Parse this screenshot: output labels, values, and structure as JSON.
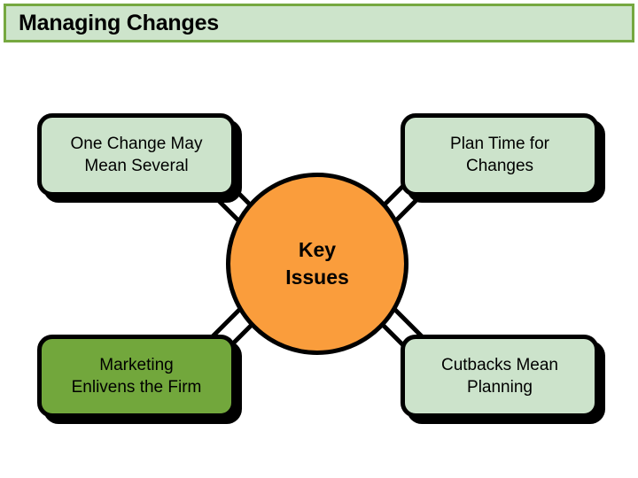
{
  "slide": {
    "title": "Managing Changes",
    "background_color": "#ffffff"
  },
  "title_bar": {
    "label": "Managing Changes",
    "fill_color": "#cde4cb",
    "border_color": "#76a840"
  },
  "diagram": {
    "type": "radial-hub-and-spoke",
    "hub": {
      "label": "Key\nIssues",
      "fill_color": "#fa9d3c",
      "border_color": "#000000",
      "shape": "circle"
    },
    "nodes": [
      {
        "id": "top-left",
        "label": "One Change May\nMean Several",
        "fill_color": "#cce3cb",
        "border_color": "#000000",
        "shape": "rounded-rectangle"
      },
      {
        "id": "top-right",
        "label": "Plan Time for\nChanges",
        "fill_color": "#cce3cb",
        "border_color": "#000000",
        "shape": "rounded-rectangle"
      },
      {
        "id": "bottom-left",
        "label": "Marketing\nEnlivens the Firm",
        "fill_color": "#72a73c",
        "border_color": "#000000",
        "shape": "rounded-rectangle"
      },
      {
        "id": "bottom-right",
        "label": "Cutbacks Mean\nPlanning",
        "fill_color": "#cce3cb",
        "border_color": "#000000",
        "shape": "rounded-rectangle"
      }
    ],
    "connectors": [
      {
        "from": "hub",
        "to": "top-left",
        "style": "white-fill-black-outline"
      },
      {
        "from": "hub",
        "to": "top-right",
        "style": "white-fill-black-outline"
      },
      {
        "from": "hub",
        "to": "bottom-left",
        "style": "white-fill-black-outline"
      },
      {
        "from": "hub",
        "to": "bottom-right",
        "style": "white-fill-black-outline"
      }
    ]
  }
}
